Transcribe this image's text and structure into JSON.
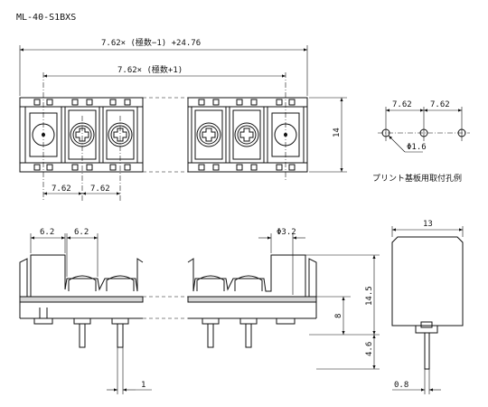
{
  "title": "ML-40-S1BXS",
  "dimensions": {
    "overall_formula": "7.62× (極数−1) +24.76",
    "inner_formula": "7.62× (極数+1)",
    "height_top": "14",
    "pitch_a": "7.62",
    "pitch_b": "7.62",
    "pcb_pitch_a": "7.62",
    "pcb_pitch_b": "7.62",
    "hole_dia": "Φ1.6",
    "barrier_a": "6.2",
    "barrier_b": "6.2",
    "screw_dia": "Φ3.2",
    "height_total": "14.5",
    "height_8": "8",
    "pin_len": "4.6",
    "pin_width": "1",
    "side_width": "13",
    "side_pin": "0.8"
  },
  "labels": {
    "pcb_caption": "プリント基板用取付孔例"
  }
}
